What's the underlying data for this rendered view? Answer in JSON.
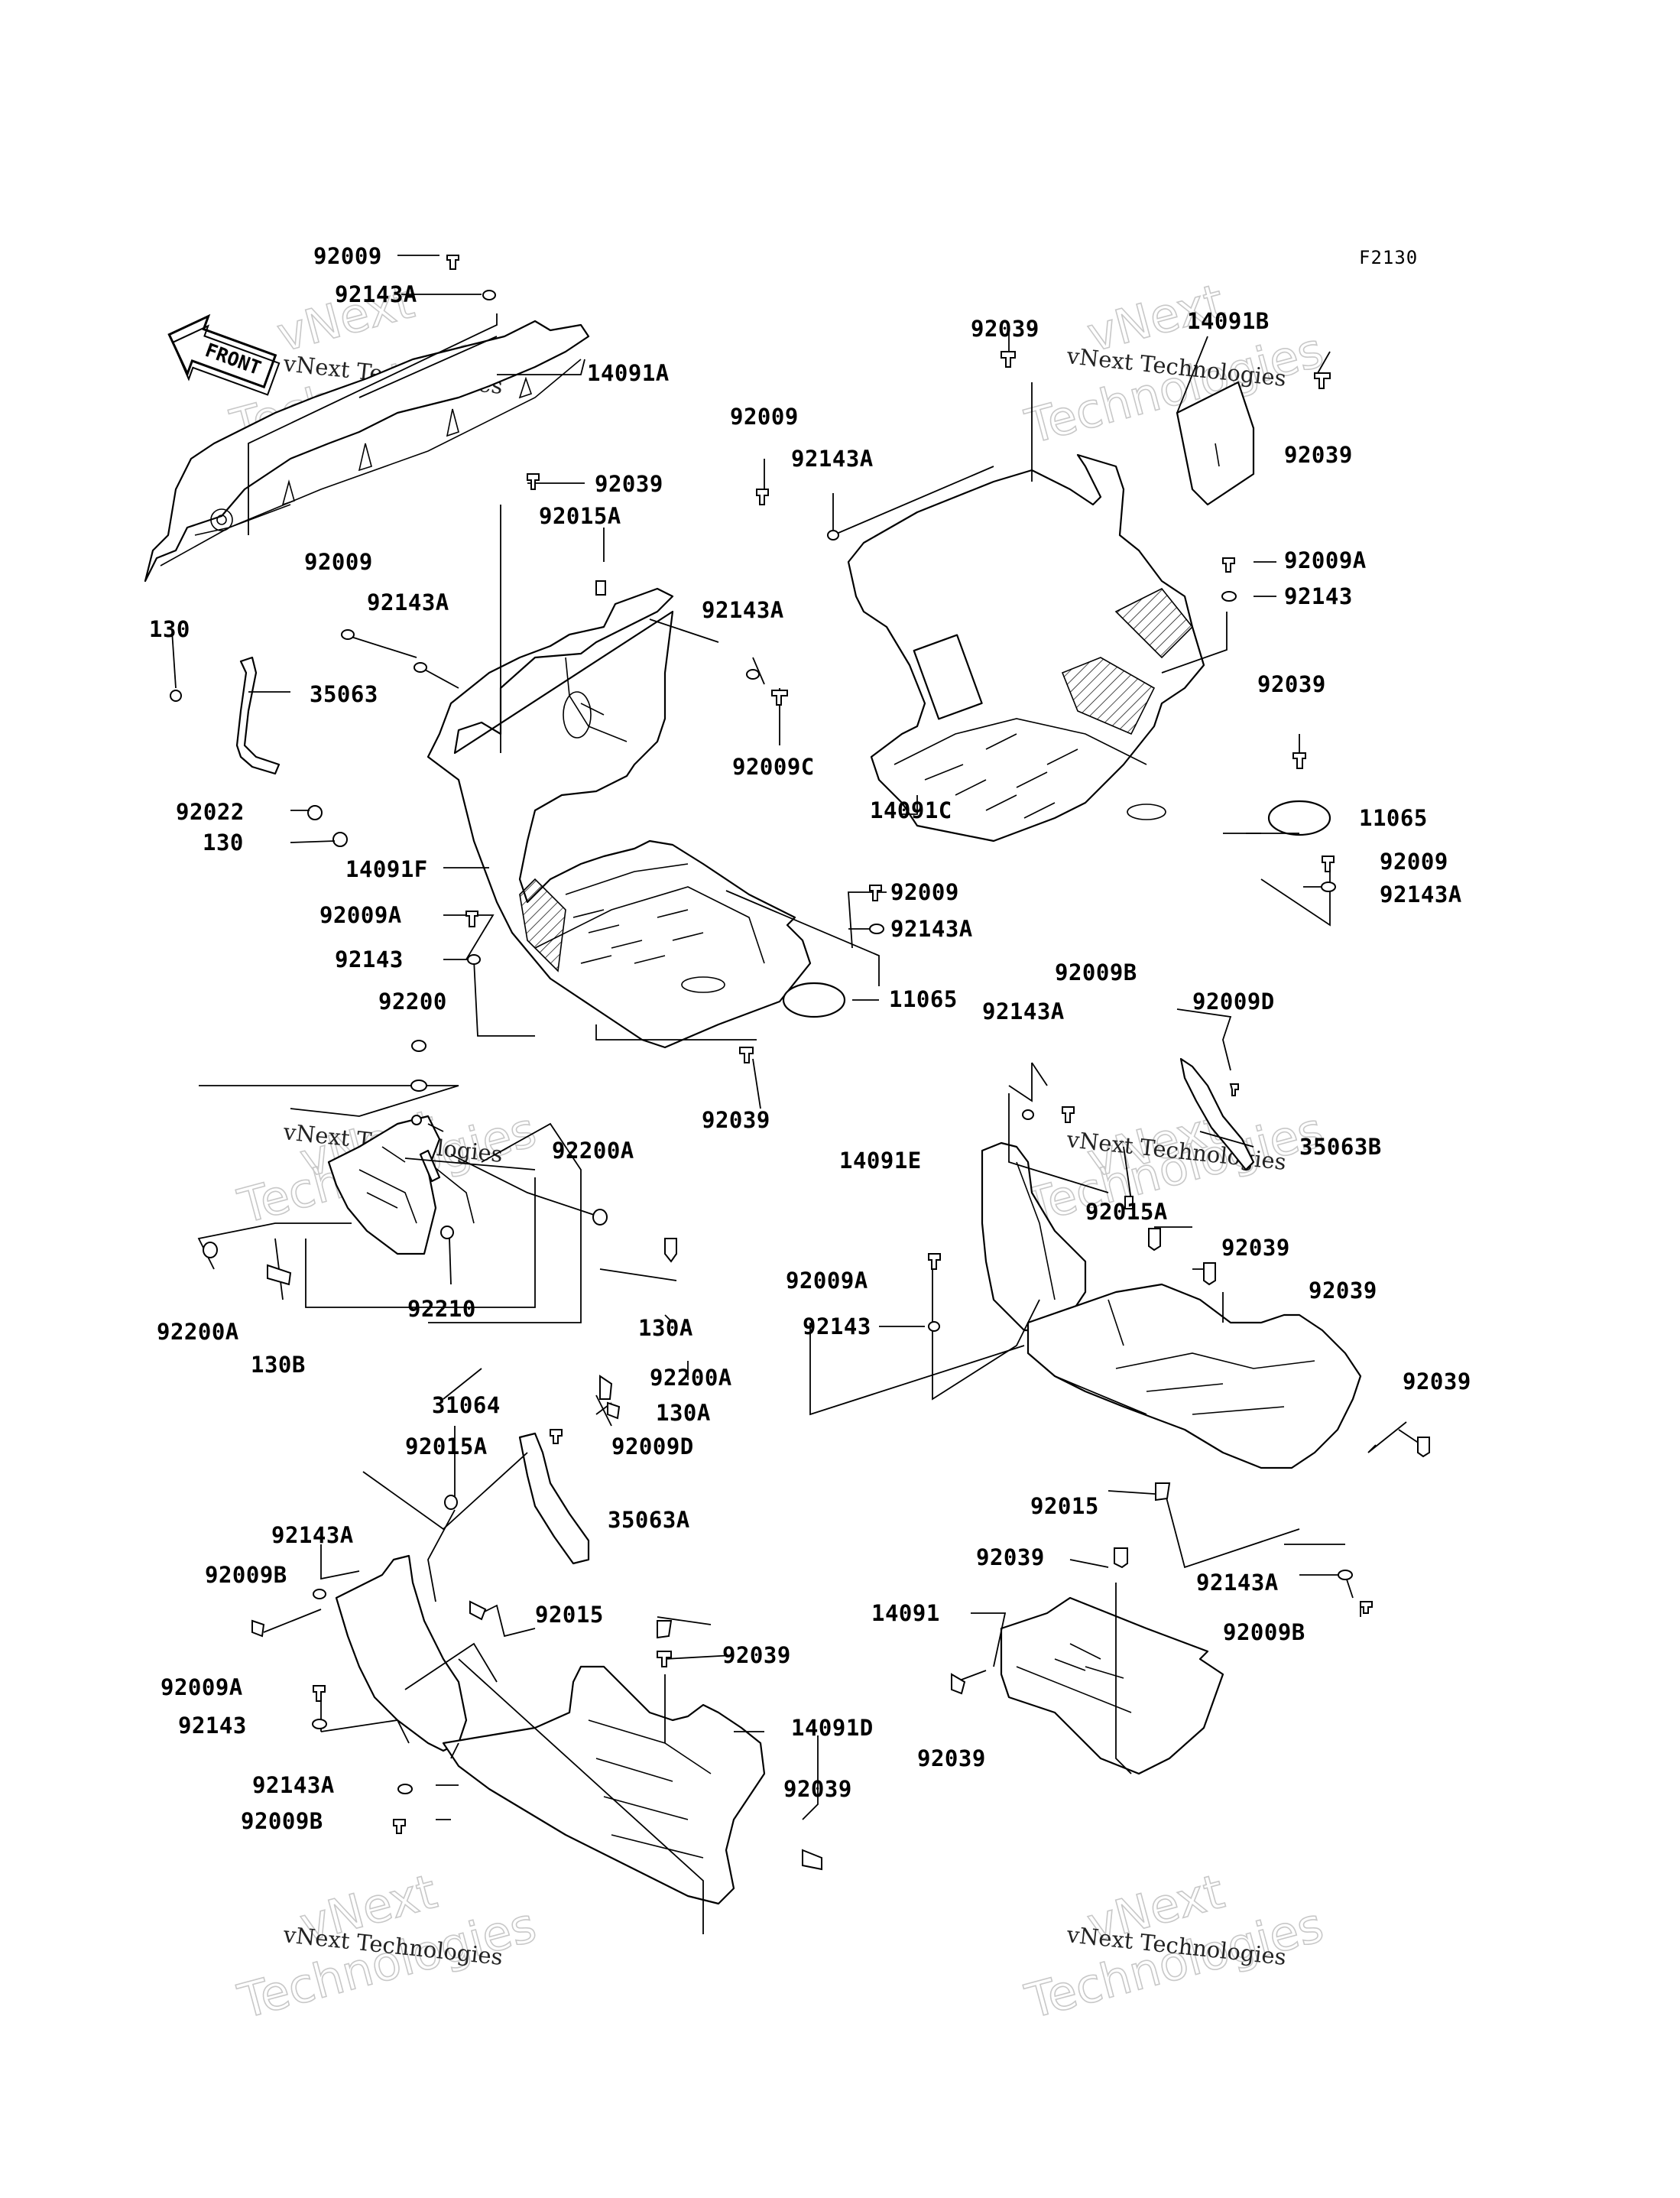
{
  "figure_code": "F2130",
  "front_arrow": {
    "label": "FRONT"
  },
  "watermarks": [
    "vNext",
    "Technologies",
    "vNext Technologies"
  ],
  "labels": [
    "92009",
    "92143A",
    "14091A",
    "92039",
    "92015A",
    "92009",
    "92143A",
    "92143A",
    "92009C",
    "130",
    "35063",
    "92022",
    "130",
    "14091F",
    "92009A",
    "92143",
    "92200",
    "92009",
    "92143A",
    "11065",
    "92039",
    "92039",
    "14091B",
    "92039",
    "92009",
    "92143A",
    "92009A",
    "92143",
    "92039",
    "14091C",
    "11065",
    "92009",
    "92143A",
    "92200A",
    "92210",
    "130A",
    "92200A",
    "130B",
    "31064",
    "92200A",
    "130A",
    "92009B",
    "92143A",
    "92009D",
    "14091E",
    "35063B",
    "92015A",
    "92039",
    "92039",
    "92009A",
    "92143",
    "92039",
    "92015",
    "92143A",
    "92009B",
    "92015A",
    "92009D",
    "35063A",
    "92143A",
    "92009B",
    "92015",
    "92039",
    "92009A",
    "92143",
    "14091D",
    "92143A",
    "92009B",
    "92039",
    "92039",
    "14091",
    "92039"
  ]
}
